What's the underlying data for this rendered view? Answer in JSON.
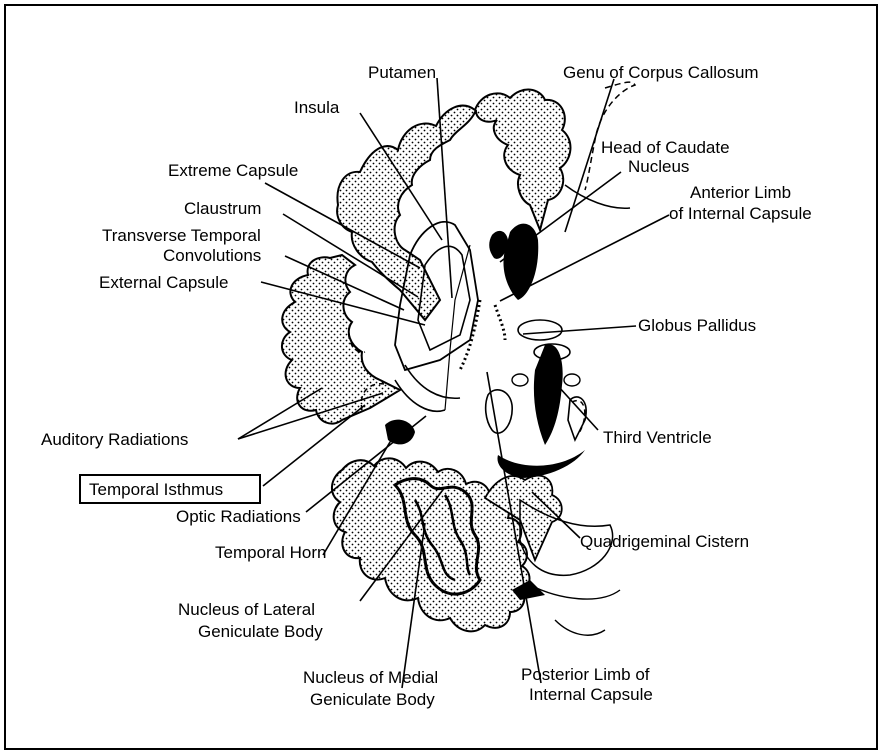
{
  "diagram": {
    "labels": {
      "putamen": "Putamen",
      "genu_corpus_callosum": "Genu of Corpus Callosum",
      "insula": "Insula",
      "head_caudate_1": "Head of Caudate",
      "head_caudate_2": "Nucleus",
      "extreme_capsule": "Extreme Capsule",
      "anterior_limb_1": "Anterior Limb",
      "anterior_limb_2": "of Internal Capsule",
      "claustrum": "Claustrum",
      "transverse_temporal_1": "Transverse Temporal",
      "transverse_temporal_2": "Convolutions",
      "external_capsule": "External Capsule",
      "globus_pallidus": "Globus Pallidus",
      "third_ventricle": "Third Ventricle",
      "auditory_radiations": "Auditory Radiations",
      "temporal_isthmus": "Temporal Isthmus",
      "optic_radiations": "Optic Radiations",
      "quadrigeminal_cistern": "Quadrigeminal Cistern",
      "temporal_horn": "Temporal Horn",
      "lateral_geniculate_1": "Nucleus of Lateral",
      "lateral_geniculate_2": "Geniculate Body",
      "posterior_limb_1": "Posterior Limb of",
      "posterior_limb_2": "Internal Capsule",
      "medial_geniculate_1": "Nucleus of Medial",
      "medial_geniculate_2": "Geniculate Body"
    }
  }
}
